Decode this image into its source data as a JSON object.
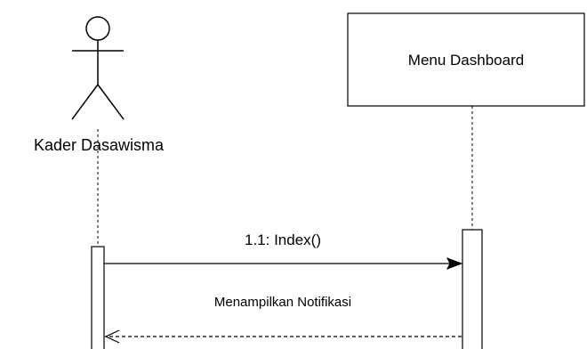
{
  "diagram": {
    "type": "sequence-diagram",
    "actor": {
      "label": "Kader Dasawisma"
    },
    "object": {
      "label": "Menu Dashboard"
    },
    "messages": [
      {
        "label": "1.1: Index()",
        "kind": "synchronous",
        "direction": "actor-to-object"
      },
      {
        "label": "Menampilkan Notifikasi",
        "kind": "return",
        "direction": "object-to-actor"
      }
    ],
    "colors": {
      "stroke": "#000000",
      "background": "#ffffff"
    }
  }
}
